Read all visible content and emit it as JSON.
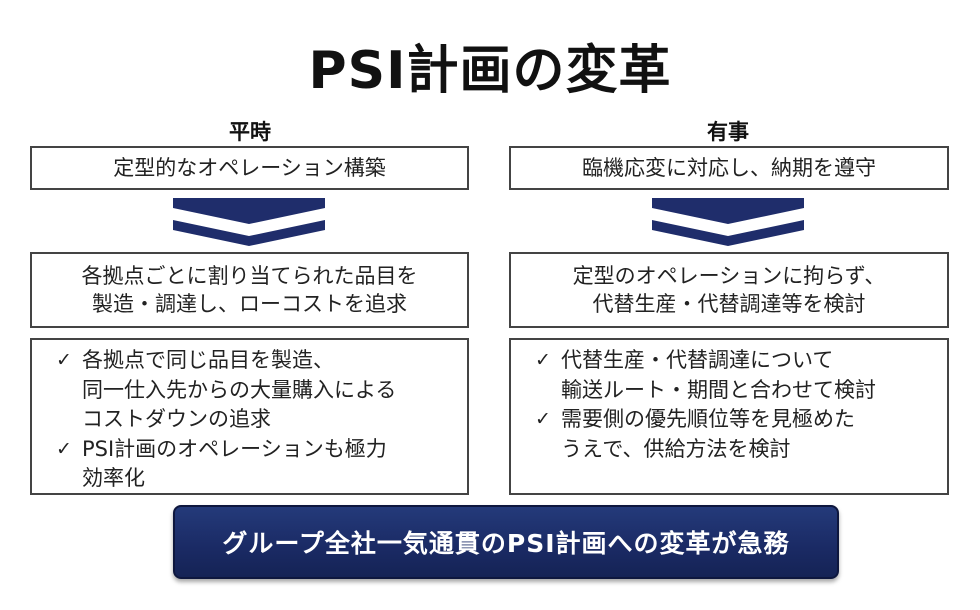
{
  "title": "PSI計画の変革",
  "left": {
    "heading": "平時",
    "top_box": "定型的なオペレーション構築",
    "mid_box_lines": [
      "各拠点ごとに割り当てられた品目を",
      "製造・調達し、ローコストを追求"
    ],
    "bullets": [
      "各拠点で同じ品目を製造、\n同一仕入先からの大量購入による\nコストダウンの追求",
      "PSI計画のオペレーションも極力\n効率化"
    ]
  },
  "right": {
    "heading": "有事",
    "top_box": "臨機応変に対応し、納期を遵守",
    "mid_box_lines": [
      "定型のオペレーションに拘らず、",
      "代替生産・代替調達等を検討"
    ],
    "bullets": [
      "代替生産・代替調達について\n輸送ルート・期間と合わせて検討",
      "需要側の優先順位等を見極めた\nうえで、供給方法を検討"
    ]
  },
  "check_glyph": "✓",
  "banner": "グループ全社一気通貫のPSI計画への変革が急務",
  "colors": {
    "chevron": "#1f2d6b",
    "banner": "#1a2a64",
    "border": "#444444"
  },
  "icons": {
    "chevron": "double-chevron-down-icon",
    "check": "check-icon"
  }
}
